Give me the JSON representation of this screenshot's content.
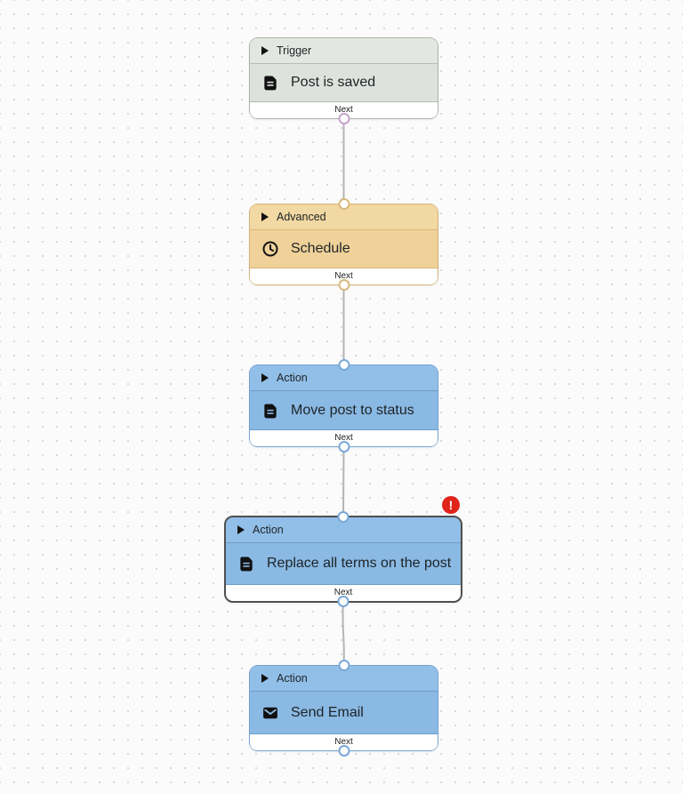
{
  "canvas": {
    "background_color": "#fbfbfc",
    "dot_color": "#d8d8dc"
  },
  "edge_color": "#b4b4b4",
  "error_badge": {
    "label": "!",
    "color": "#df241b"
  },
  "nodes": [
    {
      "category": "Trigger",
      "label": "Post is saved",
      "icon": "post-icon",
      "footer_label": "Next",
      "has_error": false,
      "colors": {
        "header": "#e3e7e1",
        "body": "#dde2dc",
        "border": "#abb3aa",
        "divider": "#b6bdb4",
        "handle": "#c8a3cb"
      }
    },
    {
      "category": "Advanced",
      "label": "Schedule",
      "icon": "clock-icon",
      "footer_label": "Next",
      "has_error": false,
      "colors": {
        "header": "#f2d8a2",
        "body": "#efd199",
        "border": "#d3b376",
        "divider": "#d9ba7d",
        "handle": "#dab97a"
      }
    },
    {
      "category": "Action",
      "label": "Move post to status",
      "icon": "post-icon",
      "footer_label": "Next",
      "has_error": false,
      "colors": {
        "header": "#92bfe7",
        "body": "#8ab9e3",
        "border": "#74a3d2",
        "divider": "#6f9dc9",
        "handle": "#7aa8d6"
      }
    },
    {
      "category": "Action",
      "label": "Replace all terms on the post",
      "icon": "post-icon",
      "footer_label": "Next",
      "has_error": true,
      "colors": {
        "header": "#92bfe7",
        "body": "#8ab9e3",
        "border": "#4f4f4f",
        "divider": "#6f9dc9",
        "handle": "#7aa8d6"
      }
    },
    {
      "category": "Action",
      "label": "Send Email",
      "icon": "mail-icon",
      "footer_label": "Next",
      "has_error": false,
      "colors": {
        "header": "#92bfe7",
        "body": "#8ab9e3",
        "border": "#74a3d2",
        "divider": "#6f9dc9",
        "handle": "#7aa8d6"
      }
    }
  ]
}
